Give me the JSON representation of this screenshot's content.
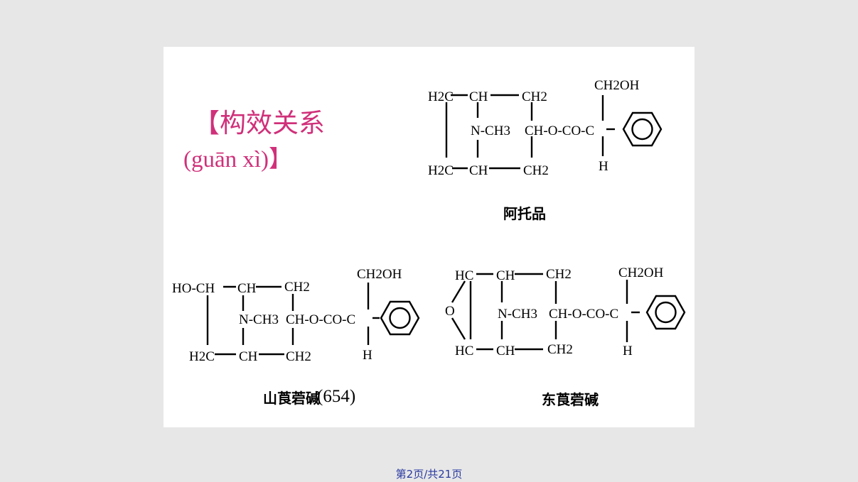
{
  "slide": {
    "title_line1": "【构效关系",
    "title_line2": "(guān xì)】",
    "citation": "(654)"
  },
  "structures": {
    "atropine": {
      "name": "阿托品",
      "atoms": {
        "h2c_top": "H2C",
        "ch_top": "CH",
        "ch2_top": "CH2",
        "n": "N-CH3",
        "ester": "CH-O-CO-C",
        "h2c_bottom": "H2C",
        "ch_bottom": "CH",
        "ch2_bottom": "CH2",
        "ch2oh": "CH2OH",
        "h": "H"
      }
    },
    "anisodamine": {
      "name": "山莨菪碱",
      "atoms": {
        "ho_ch": "HO-CH",
        "ch_top": "CH",
        "ch2_top": "CH2",
        "n": "N-CH3",
        "ester": "CH-O-CO-C",
        "h2c_bottom": "H2C",
        "ch_bottom": "CH",
        "ch2_bottom": "CH2",
        "ch2oh": "CH2OH",
        "h": "H"
      }
    },
    "scopolamine": {
      "name": "东莨菪碱",
      "atoms": {
        "hc_top": "HC",
        "ch_top": "CH",
        "ch2_top": "CH2",
        "o": "O",
        "n": "N-CH3",
        "ester": "CH-O-CO-C",
        "hc_bottom": "HC",
        "ch_bottom": "CH",
        "ch2_bottom": "CH2",
        "ch2oh": "CH2OH",
        "h": "H"
      }
    }
  },
  "footer": {
    "page_text": "第2页/共21页"
  }
}
